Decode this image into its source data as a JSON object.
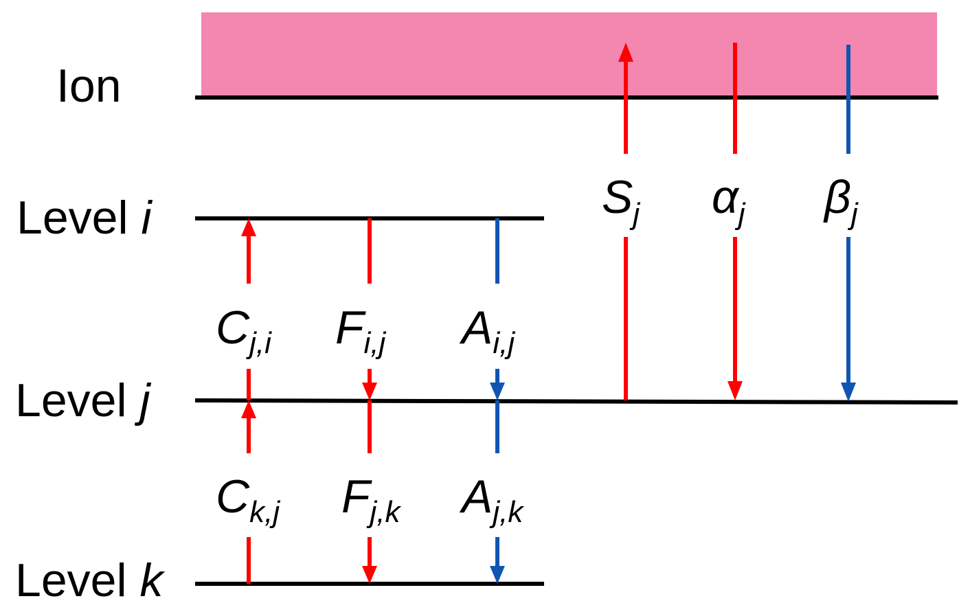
{
  "colors": {
    "continuum": "#f387b0",
    "collisional": "#ff0000",
    "radiative": "#1155b3",
    "level_line": "#000000"
  },
  "labels": {
    "ion": "Ion",
    "level_i": {
      "word": "Level",
      "var": "i"
    },
    "level_j": {
      "word": "Level",
      "var": "j"
    },
    "level_k": {
      "word": "Level",
      "var": "k"
    }
  },
  "processes": {
    "c_ji": {
      "sym": "C",
      "sub": "j,i"
    },
    "f_ij": {
      "sym": "F",
      "sub": "i,j"
    },
    "a_ij": {
      "sym": "A",
      "sub": "i,j"
    },
    "c_kj": {
      "sym": "C",
      "sub": "k,j"
    },
    "f_jk": {
      "sym": "F",
      "sub": "j,k"
    },
    "a_jk": {
      "sym": "A",
      "sub": "j,k"
    },
    "s_j": {
      "sym": "S",
      "sub": "j"
    },
    "alpha_j": {
      "sym": "α",
      "sub": "j"
    },
    "beta_j": {
      "sym": "β",
      "sub": "j"
    }
  }
}
